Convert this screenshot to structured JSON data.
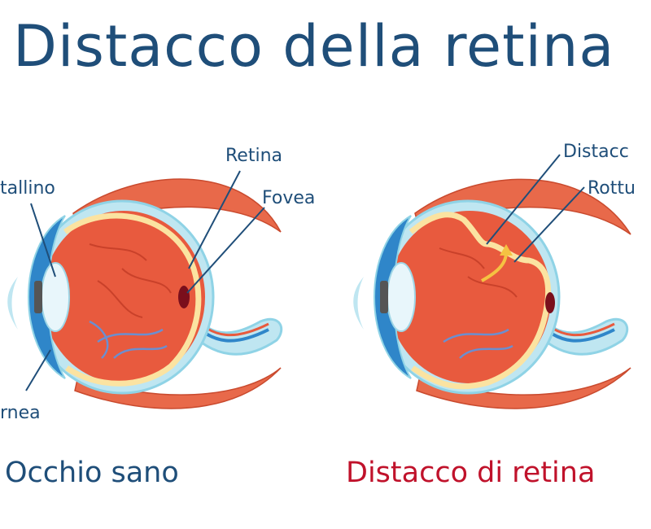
{
  "title": "Distacco della retina",
  "colors": {
    "title": "#1f4e79",
    "healthy_caption": "#1f4e79",
    "detached_caption": "#c0122b",
    "muscle": "#e8694a",
    "eye_inner": "#e85a3e",
    "sclera_outline": "#8fd3e6",
    "retina": "#fbe3a1",
    "cornea": "#2f86c9",
    "lens": "#e8f6fb",
    "arrow": "#f5c242"
  },
  "left_eye": {
    "labels": {
      "cristallino": "tallino",
      "retina": "Retina",
      "fovea": "Fovea",
      "cornea": "rnea"
    },
    "caption": "Occhio sano"
  },
  "right_eye": {
    "labels": {
      "distacco": "Distacc",
      "rottura": "Rottu"
    },
    "caption": "Distacco di retina"
  }
}
